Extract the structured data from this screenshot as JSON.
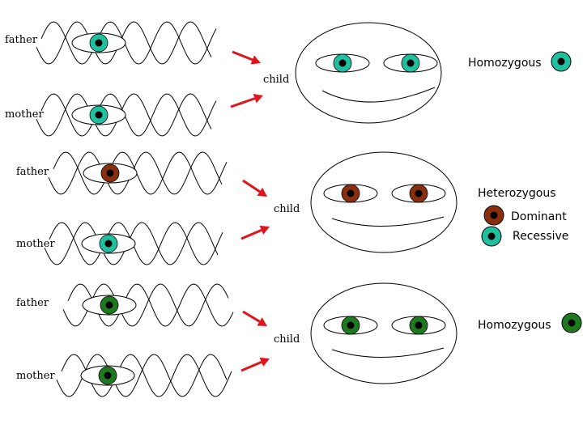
{
  "colors": {
    "teal": "#1fbfa0",
    "brown": "#8a2f0d",
    "green": "#1e7a1e",
    "arrow": "#e0141b"
  },
  "rows": [
    {
      "father_label": "father",
      "mother_label": "mother",
      "child_label": "child",
      "father_eye": "teal",
      "mother_eye": "teal",
      "child_eye": "teal",
      "result_label": "Homozygous",
      "result_swatch": "teal"
    },
    {
      "father_label": "father",
      "mother_label": "mother",
      "child_label": "child",
      "father_eye": "brown",
      "mother_eye": "teal",
      "child_eye": "brown",
      "result_label": "Heterozygous",
      "legend": [
        {
          "label": "Dominant",
          "eye": "brown"
        },
        {
          "label": "Recessive",
          "eye": "teal"
        }
      ]
    },
    {
      "father_label": "father",
      "mother_label": "mother",
      "child_label": "child",
      "father_eye": "green",
      "mother_eye": "green",
      "child_eye": "green",
      "result_label": "Homozygous",
      "result_swatch": "green"
    }
  ]
}
